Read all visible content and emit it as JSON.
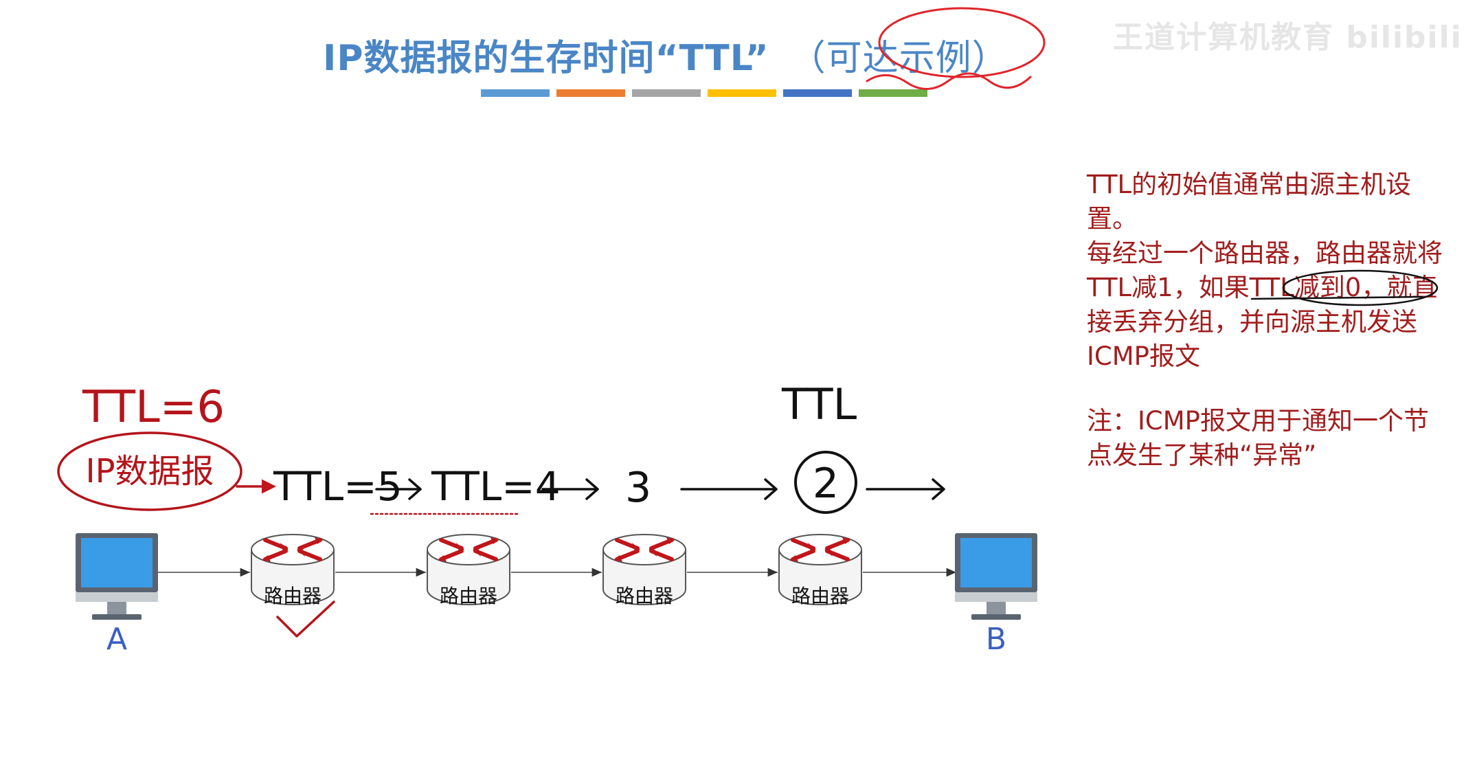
{
  "title": {
    "main": "IP数据报的生存时间“TTL”",
    "sub": "（可达示例）"
  },
  "title_bar_colors": [
    "#5b9bd5",
    "#ed7d31",
    "#a5a5a5",
    "#ffc000",
    "#4472c4",
    "#70ad47"
  ],
  "watermark": "王道计算机教育 bilibili",
  "notes": {
    "para1": "TTL的初始值通常由源主机设置。",
    "para2": "每经过一个路由器，路由器就将TTL减1，如果TTL减到0，就直接丢弃分组，并向源主机发送ICMP报文",
    "para3": "注：ICMP报文用于通知一个节点发生了某种“异常”"
  },
  "hosts": {
    "a_label": "A",
    "b_label": "B"
  },
  "router_label": "路由器",
  "annotations": {
    "ttl_initial": "TTL=6",
    "packet": "IP数据报",
    "ttl_after_r1": "TTL=5",
    "ttl_after_r2": "TTL=4",
    "ttl_after_r3": "3",
    "ttl_header": "TTL",
    "ttl_after_r4": "2"
  },
  "colors": {
    "annotation_red": "#b5141b",
    "note_red": "#a11d1d",
    "title_blue": "#4a86c6",
    "host_blue": "#3b5fc0",
    "router_arrow": "#c0161b"
  }
}
